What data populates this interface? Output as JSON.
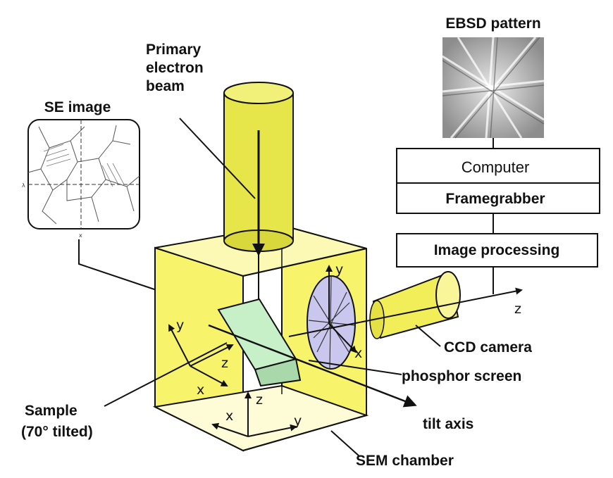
{
  "labels": {
    "ebsd_pattern": "EBSD pattern",
    "primary_beam": [
      "Primary",
      "electron",
      "beam"
    ],
    "se_image": "SE image",
    "computer": "Computer",
    "framegrabber": "Framegrabber",
    "image_processing": "Image processing",
    "ccd_camera": "CCD camera",
    "phosphor_screen": "phosphor screen",
    "sample": [
      "Sample",
      "(70° tilted)"
    ],
    "tilt_axis": "tilt axis",
    "sem_chamber": "SEM chamber"
  },
  "axes": {
    "screen_y": "y",
    "screen_x": "x",
    "beam_z": "z",
    "sample_y": "y",
    "sample_z": "z",
    "sample_x": "x",
    "chamber_x": "x",
    "chamber_z": "z",
    "chamber_y": "y"
  },
  "se_image_axes": {
    "side": "λ",
    "bottom": "x"
  },
  "colors": {
    "chamber_yellow": "#f7f36b",
    "chamber_light": "#fbf9b4",
    "beam_yellow": "#e6e64a",
    "sample_green": "#c7f0c9",
    "screen_violet": "#c9c7ee"
  },
  "icons": {
    "ebsd_pattern_image": "kikuchi-pattern",
    "se_image_thumbnail": "grain-microstructure"
  }
}
